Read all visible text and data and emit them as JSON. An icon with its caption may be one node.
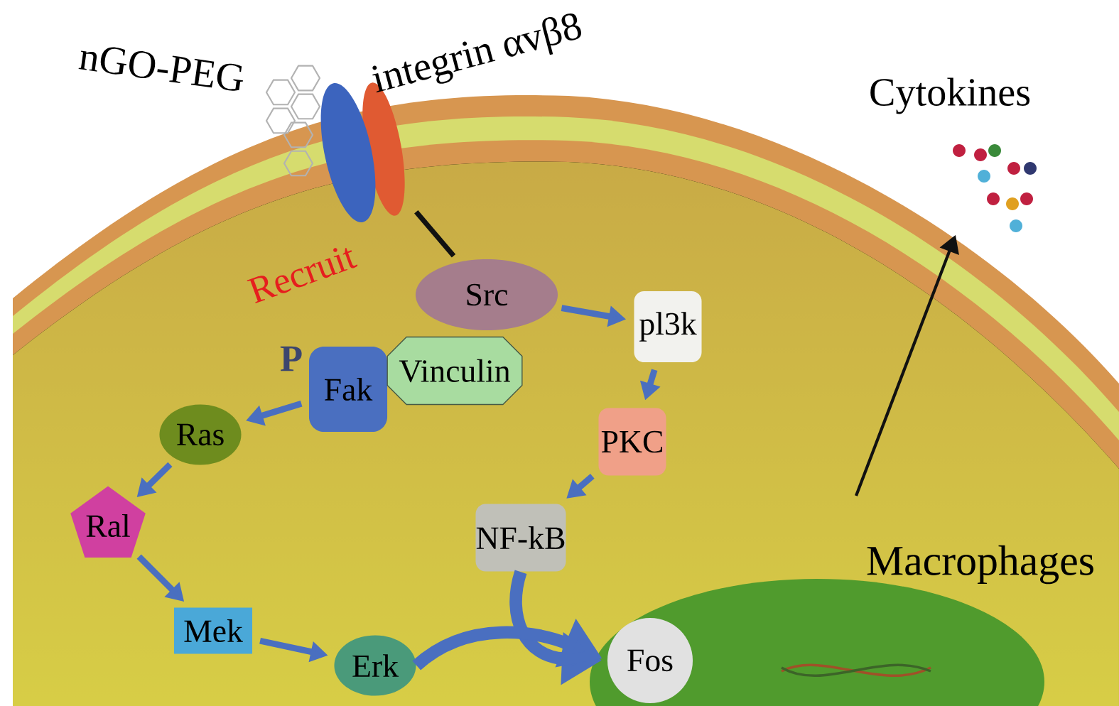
{
  "diagram": {
    "nodes": [
      {
        "text": [
          "integrin αvβ8"
        ]
      },
      {
        "text": [
          "Cytokines"
        ]
      },
      {
        "text": [
          "Src"
        ]
      },
      {
        "text": [
          "pl3k"
        ]
      },
      {
        "text": [
          "Fak"
        ]
      },
      {
        "text": [
          "Vinculin"
        ]
      },
      {
        "text": [
          "Ras"
        ]
      },
      {
        "text": [
          "PKC"
        ]
      },
      {
        "text": [
          "Ral"
        ]
      },
      {
        "text": [
          "NF-kB"
        ]
      },
      {
        "text": [
          "Mek"
        ]
      },
      {
        "text": [
          "Erk"
        ]
      },
      {
        "text": [
          "Fos"
        ]
      }
    ],
    "edges": [
      {
        "from": 0,
        "to": 2,
        "arrow": "none",
        "label": "Recruit",
        "color": "#111111"
      },
      {
        "from": 2,
        "to": 3,
        "arrow": "to"
      },
      {
        "from": 3,
        "to": 7,
        "arrow": "to"
      },
      {
        "from": 7,
        "to": 9,
        "arrow": "to"
      },
      {
        "from": 9,
        "to": 12,
        "arrow": "to",
        "style": "thick"
      },
      {
        "from": 4,
        "to": 6,
        "arrow": "to"
      },
      {
        "from": 6,
        "to": 8,
        "arrow": "to"
      },
      {
        "from": 8,
        "to": 10,
        "arrow": "to"
      },
      {
        "from": 10,
        "to": 11,
        "arrow": "to"
      },
      {
        "from": 11,
        "to": 12,
        "arrow": "to",
        "style": "thick"
      },
      {
        "from": null,
        "to": 1,
        "arrow": "to",
        "color": "#111111"
      }
    ],
    "labels": [
      "nGO-PEG",
      "P",
      "Macrophages"
    ]
  }
}
